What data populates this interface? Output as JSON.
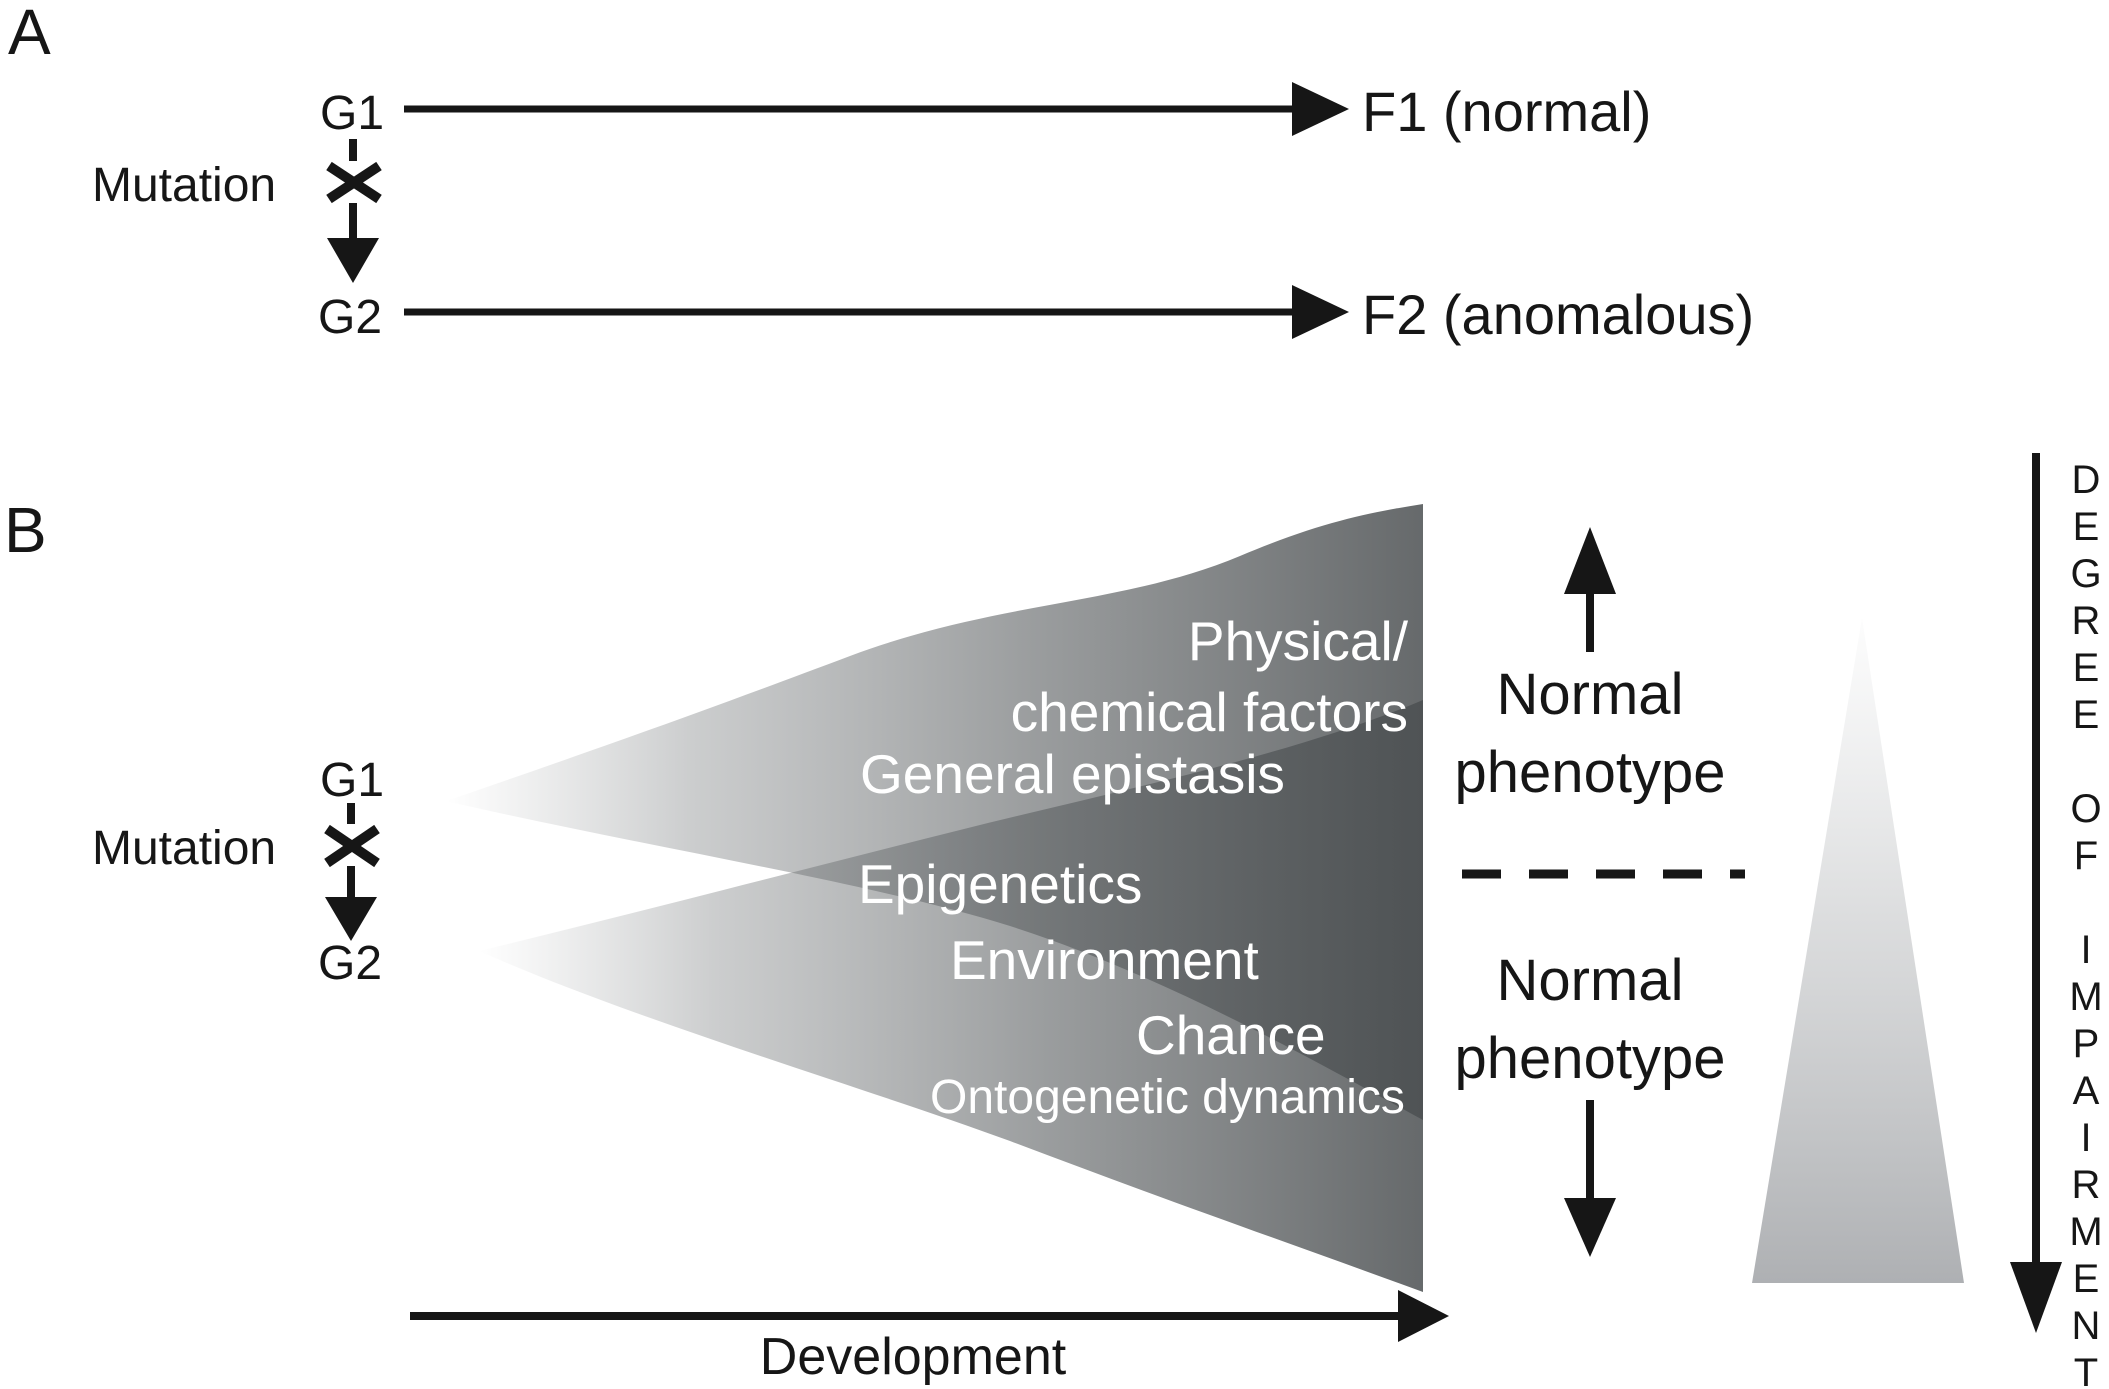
{
  "figure": {
    "panel_a": {
      "label": "A",
      "g1": "G1",
      "mutation": "Mutation",
      "g2": "G2",
      "f1": "F1 (normal)",
      "f2": "F2 (anomalous)"
    },
    "panel_b": {
      "label": "B",
      "g1": "G1",
      "mutation": "Mutation",
      "g2": "G2",
      "buffering_factors": {
        "physical_line1": "Physical/",
        "physical_line2": "chemical factors",
        "general_epistasis": "General epistasis",
        "epigenetics": "Epigenetics",
        "environment": "Environment",
        "chance": "Chance",
        "ontogenetic_dynamics": "Ontogenetic dynamics"
      },
      "phenotype_upper_line1": "Normal",
      "phenotype_upper_line2": "phenotype",
      "phenotype_lower_line1": "Normal",
      "phenotype_lower_line2": "phenotype",
      "x_axis_label": "Development",
      "y_axis_label": "DEGREE OF IMPAIRMENT"
    },
    "colors": {
      "ink": "#161616",
      "fan_dark_gray": "#4c5052",
      "triangle_gray": "#aeb0b3",
      "fan_label_text": "#ffffff",
      "background": "#ffffff"
    }
  }
}
